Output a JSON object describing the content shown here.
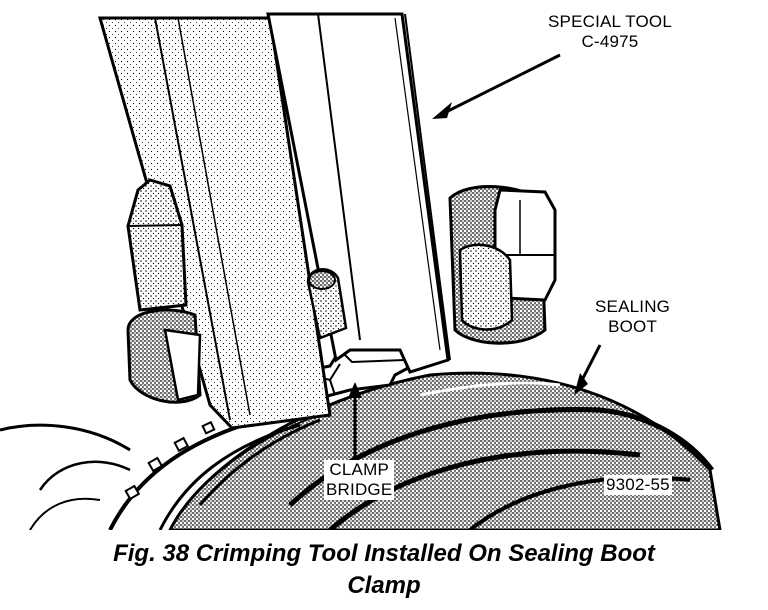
{
  "callouts": {
    "special_tool": [
      "SPECIAL TOOL",
      "C-4975"
    ],
    "sealing_boot": [
      "SEALING",
      "BOOT"
    ],
    "clamp_bridge": [
      "CLAMP",
      "BRIDGE"
    ],
    "figure_code": "9302-55"
  },
  "caption": [
    "Fig. 38 Crimping Tool Installed On Sealing Boot",
    "Clamp"
  ]
}
